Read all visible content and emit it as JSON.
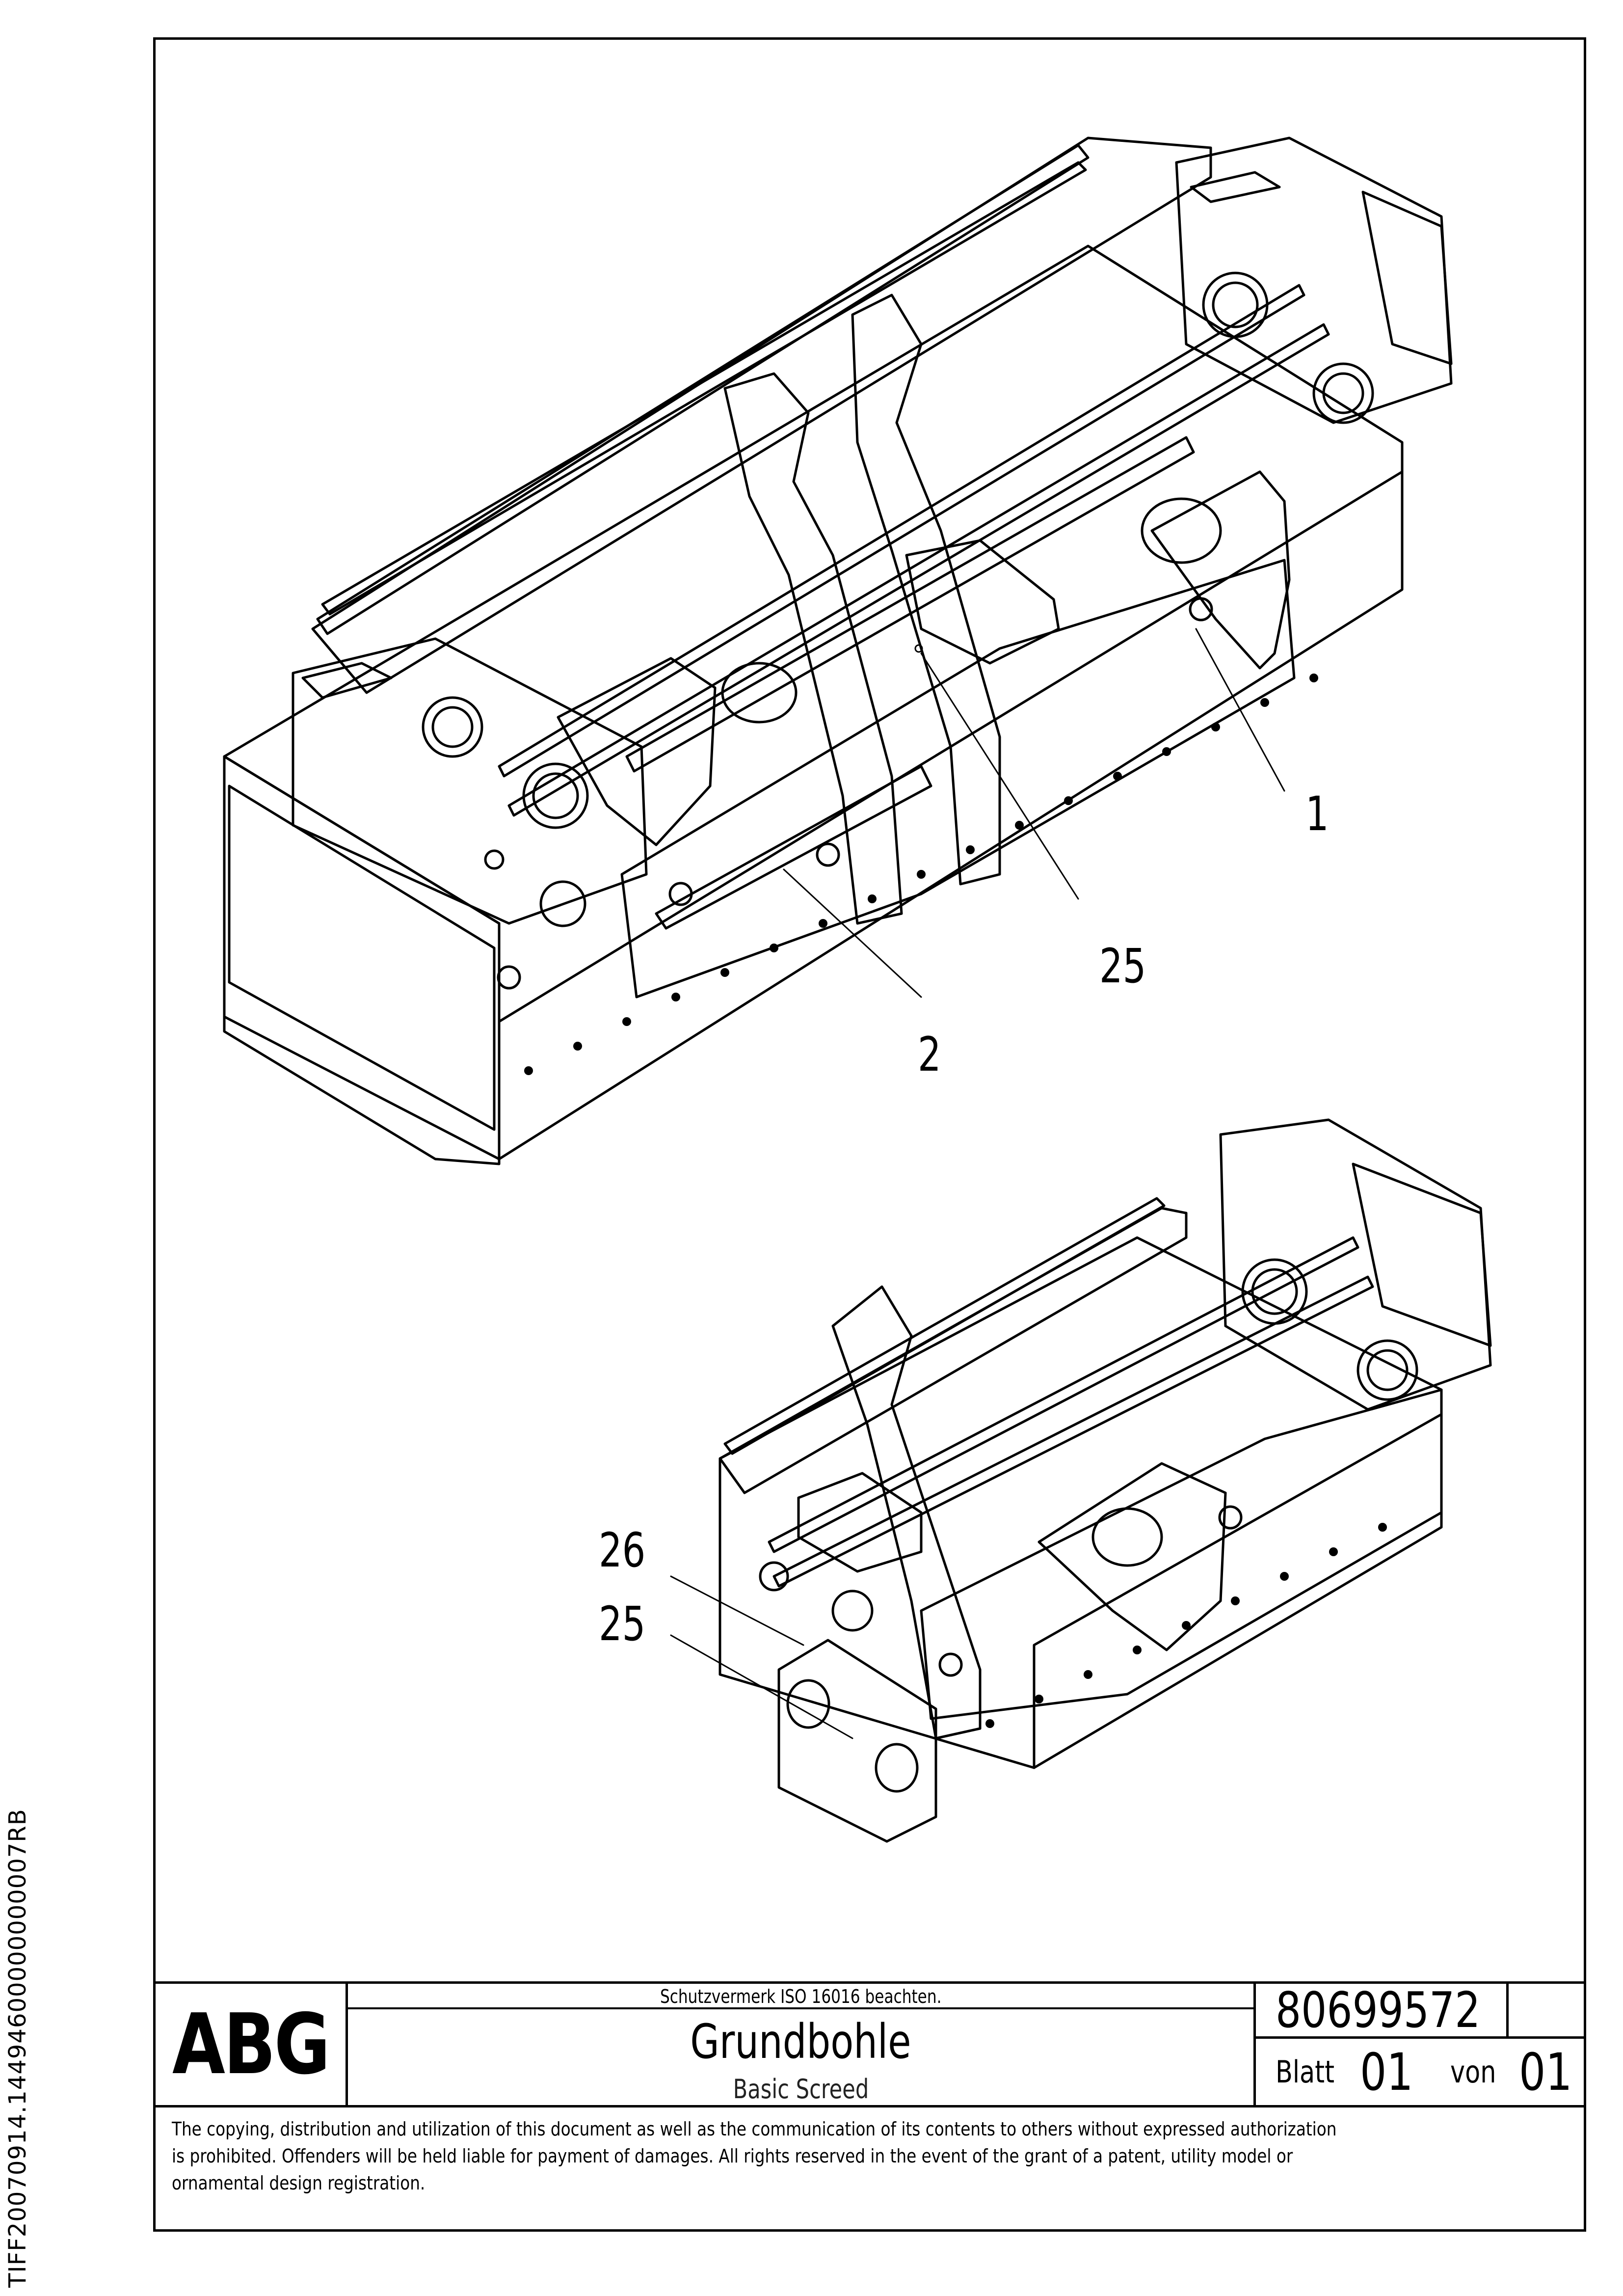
{
  "drawing": {
    "callouts_upper": [
      "1",
      "25",
      "2"
    ],
    "callouts_lower": [
      "26",
      "25"
    ]
  },
  "title_block": {
    "logo": "ABG",
    "notice": "Schutzvermerk ISO 16016 beachten.",
    "title": "Grundbohle",
    "subtitle": "Basic Screed",
    "doc_number": "80699572",
    "sheet_label": "Blatt",
    "sheet_number": "01",
    "of_label": "von",
    "sheet_total": "01"
  },
  "copyright": [
    "The copying, distribution and utilization of this document as well as the communication of its contents to others without expressed authorization",
    "is prohibited. Offenders will be held liable for payment of damages. All rights reserved in the event of the grant of a patent, utility model or",
    "ornamental design registration."
  ],
  "side_code": "TIFF20070914.14494600000000007RB"
}
